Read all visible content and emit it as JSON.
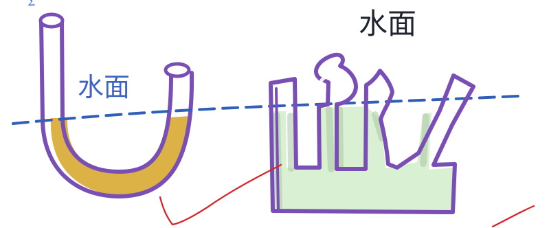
{
  "labels": {
    "left_water_surface": "水面",
    "top_water_surface": "水面",
    "corner_mark": "Σ"
  },
  "colors": {
    "paper": "#ffffff",
    "outline": "#7a4fb5",
    "dashed_line": "#2f5fb8",
    "left_label": "#3d63c4",
    "top_label": "#1f2430",
    "u_tube_fill": "#d6a326",
    "vessel_fill": "#d9f0d2",
    "vessel_shadow": "#a9c7a4",
    "red_line": "#d8262d"
  },
  "icons": {
    "u_tube": "u-tube-drawing",
    "communicating_vessel": "communicating-vessel-drawing",
    "water_surface": "water-surface-line"
  }
}
